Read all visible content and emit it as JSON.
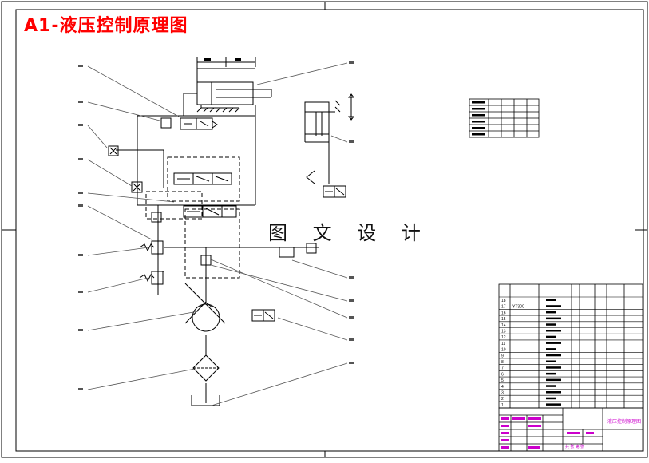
{
  "drawing": {
    "title": "A1-液压控制原理图",
    "watermark": "图 文 设 计",
    "title_block_name": "液压控制原理图",
    "bom_row_numbers": [
      "18",
      "17",
      "16",
      "15",
      "14",
      "13",
      "12",
      "11",
      "10",
      "9",
      "8",
      "7",
      "6",
      "5",
      "4",
      "3",
      "2",
      "1"
    ],
    "bom_row_17_text": "YT300",
    "title_block_scale_text": "共 张 第 张"
  },
  "colors": {
    "line": "#000000",
    "title": "#ff0000",
    "table_text": "#cc00cc",
    "callout": "#555555"
  }
}
